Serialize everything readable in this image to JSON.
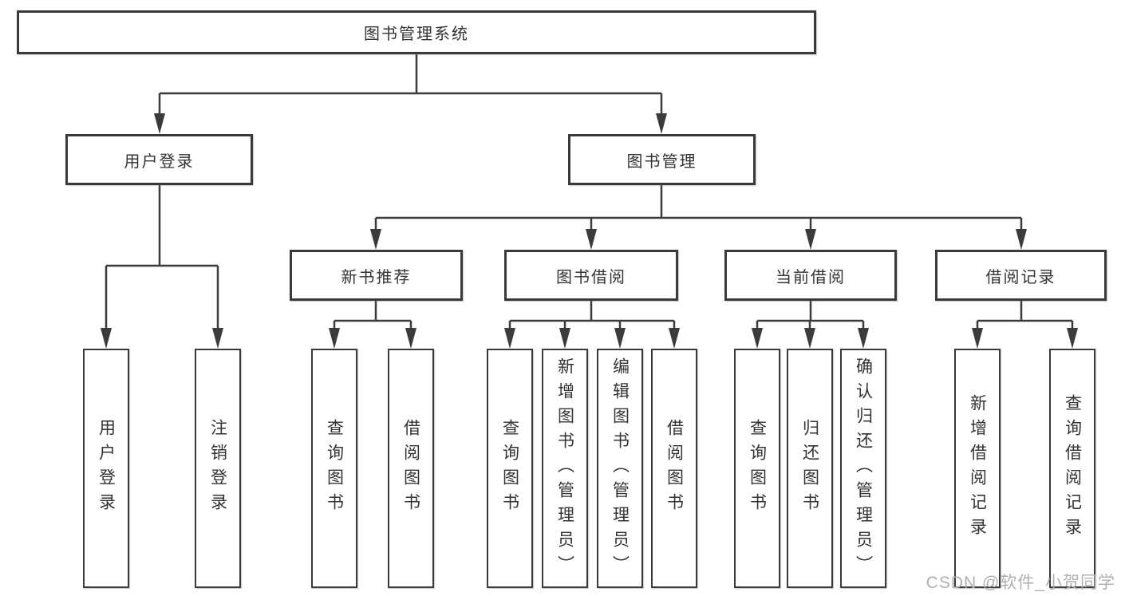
{
  "tree": {
    "label": "图书管理系统",
    "children": [
      {
        "label": "用户登录",
        "children": [
          {
            "label": "用户登录"
          },
          {
            "label": "注销登录"
          }
        ]
      },
      {
        "label": "图书管理",
        "children": [
          {
            "label": "新书推荐",
            "children": [
              {
                "label": "查询图书"
              },
              {
                "label": "借阅图书"
              }
            ]
          },
          {
            "label": "图书借阅",
            "children": [
              {
                "label": "查询图书"
              },
              {
                "label": "新增图书（管理员）"
              },
              {
                "label": "编辑图书（管理员）"
              },
              {
                "label": "借阅图书"
              }
            ]
          },
          {
            "label": "当前借阅",
            "children": [
              {
                "label": "查询图书"
              },
              {
                "label": "归还图书"
              },
              {
                "label": "确认归还（管理员）"
              }
            ]
          },
          {
            "label": "借阅记录",
            "children": [
              {
                "label": "新增借阅记录"
              },
              {
                "label": "查询借阅记录"
              }
            ]
          }
        ]
      }
    ]
  },
  "watermark": {
    "text": "CSDN @软件_小贺同学"
  },
  "colors": {
    "background": "#ffffff",
    "line": "#3b3b3b",
    "box_border": "#3a3a3a",
    "box_fill": "#ffffff",
    "text": "#333333",
    "watermark": "#b0b0b0"
  }
}
